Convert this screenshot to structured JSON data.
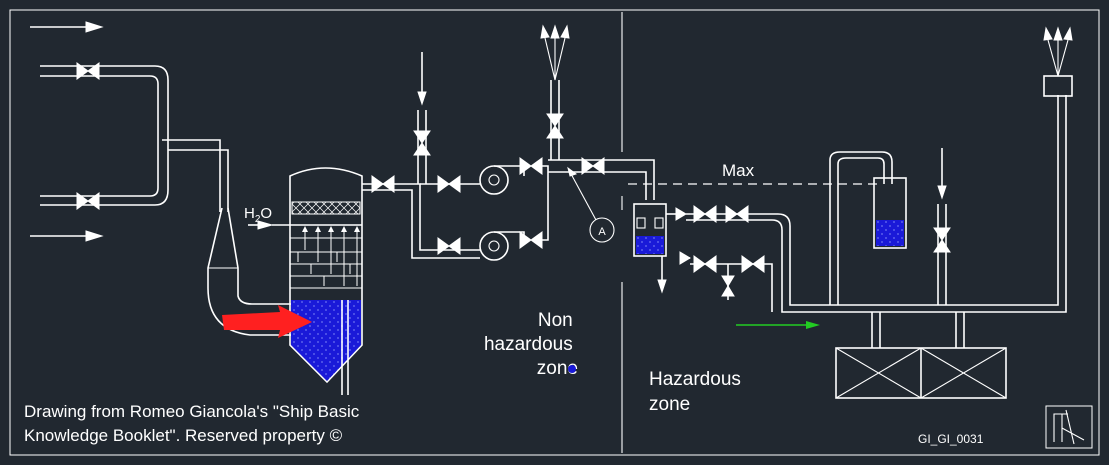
{
  "labels": {
    "water": "H",
    "water_sub": "2",
    "water_end": "O",
    "max": "Max",
    "instrument": "A",
    "non_hazardous": [
      "Non",
      "hazardous",
      "zone"
    ],
    "hazardous": [
      "Hazardous",
      "zone"
    ],
    "credit": [
      "Drawing from Romeo Giancola's \"Ship Basic",
      "Knowledge Booklet\". Reserved property ©"
    ],
    "code": "GI_GI_0031"
  },
  "colors": {
    "background": "#212830",
    "line": "#ffffff",
    "liquid": "#1a1ad8",
    "inlet_arrow": "#ff2020",
    "flow_arrow": "#22cc22",
    "zone_dot": "#1a1ad8"
  }
}
